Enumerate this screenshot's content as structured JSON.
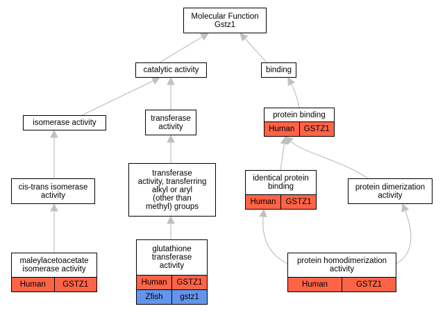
{
  "colors": {
    "human": "#ff6347",
    "zfish": "#6495ed",
    "edge": "#c0c0c0"
  },
  "nodes": [
    {
      "id": "mf",
      "label": "Molecular Function\nGstz1",
      "annotations": []
    },
    {
      "id": "cat",
      "label": "catalytic activity",
      "annotations": []
    },
    {
      "id": "bind",
      "label": "binding",
      "annotations": []
    },
    {
      "id": "iso",
      "label": "isomerase activity",
      "annotations": []
    },
    {
      "id": "trans",
      "label": "transferase\nactivity",
      "annotations": []
    },
    {
      "id": "pbind",
      "label": "protein binding",
      "annotations": [
        {
          "species": "Human",
          "gene": "GSTZ1",
          "color": "human"
        }
      ]
    },
    {
      "id": "cis",
      "label": "cis-trans isomerase\nactivity",
      "annotations": []
    },
    {
      "id": "transalk",
      "label": "transferase\nactivity, transferring\nalkyl or aryl\n(other than\nmethyl) groups",
      "annotations": []
    },
    {
      "id": "ident",
      "label": "identical protein\nbinding",
      "annotations": [
        {
          "species": "Human",
          "gene": "GSTZ1",
          "color": "human"
        }
      ]
    },
    {
      "id": "dimer",
      "label": "protein dimerization\nactivity",
      "annotations": []
    },
    {
      "id": "male",
      "label": "maleylacetoacetate\nisomerase activity",
      "annotations": [
        {
          "species": "Human",
          "gene": "GSTZ1",
          "color": "human"
        }
      ]
    },
    {
      "id": "gst",
      "label": "glutathione\ntransferase\nactivity",
      "annotations": [
        {
          "species": "Human",
          "gene": "GSTZ1",
          "color": "human"
        },
        {
          "species": "Zfish",
          "gene": "gstz1",
          "color": "zfish"
        }
      ]
    },
    {
      "id": "homo",
      "label": "protein homodimerization\nactivity",
      "annotations": [
        {
          "species": "Human",
          "gene": "GSTZ1",
          "color": "human"
        }
      ]
    }
  ],
  "edges": [
    {
      "from": "cat",
      "to": "mf"
    },
    {
      "from": "bind",
      "to": "mf"
    },
    {
      "from": "iso",
      "to": "cat"
    },
    {
      "from": "trans",
      "to": "cat"
    },
    {
      "from": "pbind",
      "to": "bind"
    },
    {
      "from": "cis",
      "to": "iso"
    },
    {
      "from": "transalk",
      "to": "trans"
    },
    {
      "from": "ident",
      "to": "pbind"
    },
    {
      "from": "dimer",
      "to": "pbind"
    },
    {
      "from": "male",
      "to": "cis"
    },
    {
      "from": "gst",
      "to": "transalk"
    },
    {
      "from": "homo",
      "to": "ident"
    },
    {
      "from": "homo",
      "to": "dimer"
    }
  ]
}
